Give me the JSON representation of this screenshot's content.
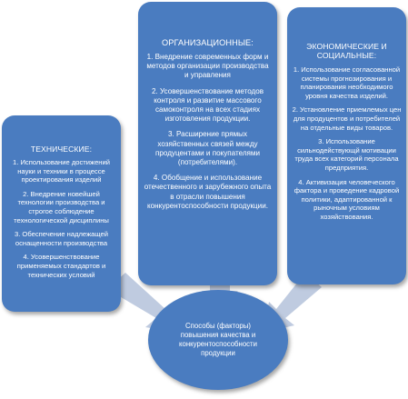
{
  "colors": {
    "box_fill": "#4a7cc0",
    "arrow_fill": "#bfcbe0",
    "text": "#ffffff"
  },
  "technical": {
    "title": "ТЕХНИЧЕСКИЕ:",
    "items": [
      "1. Использование достижений науки и техники в процессе проектирования изделий",
      "2. Внедрение новейшей технологии производства и строгое соблюдение технологической дисциплины",
      "3. Обеспечение надлежащей оснащенности производства",
      "4. Усовершенствование применяемых стандартов и технических условий"
    ]
  },
  "organizational": {
    "title": "ОРГАНИЗАЦИОННЫЕ:",
    "items": [
      "1. Внедрение современных форм и методов организации производства и управления",
      "2. Усовершенствование методов контроля и развитие массового самоконтроля на всех стадиях изготовления продукции.",
      "3. Расширение прямых хозяйственных связей между продуцентами и покупателями (потребителями).",
      "4. Обобщение и использование отечественного и зарубежного опыта в отрасли повышения конкурентоспособности продукции."
    ]
  },
  "economic": {
    "title": "ЭКОНОМИЧЕСКИЕ И СОЦИАЛЬНЫЕ:",
    "items": [
      "1. Использование согласованной системы прогнозирования и планирования необходимого уровня качества изделий.",
      "2. Установление приемлемых цен для продуцентов и потребителей на отдельные виды товаров.",
      "3. Использование сильнодействующй мотивации труда всех категорий персонала предприятия.",
      "4. Активизация человеческого фактора и проведение кадровой политики, адаптированной к рыночным условиям хозяйствования."
    ]
  },
  "result": {
    "label": "Способы (факторы) повышения качества и конкурентоспособности продукции"
  }
}
